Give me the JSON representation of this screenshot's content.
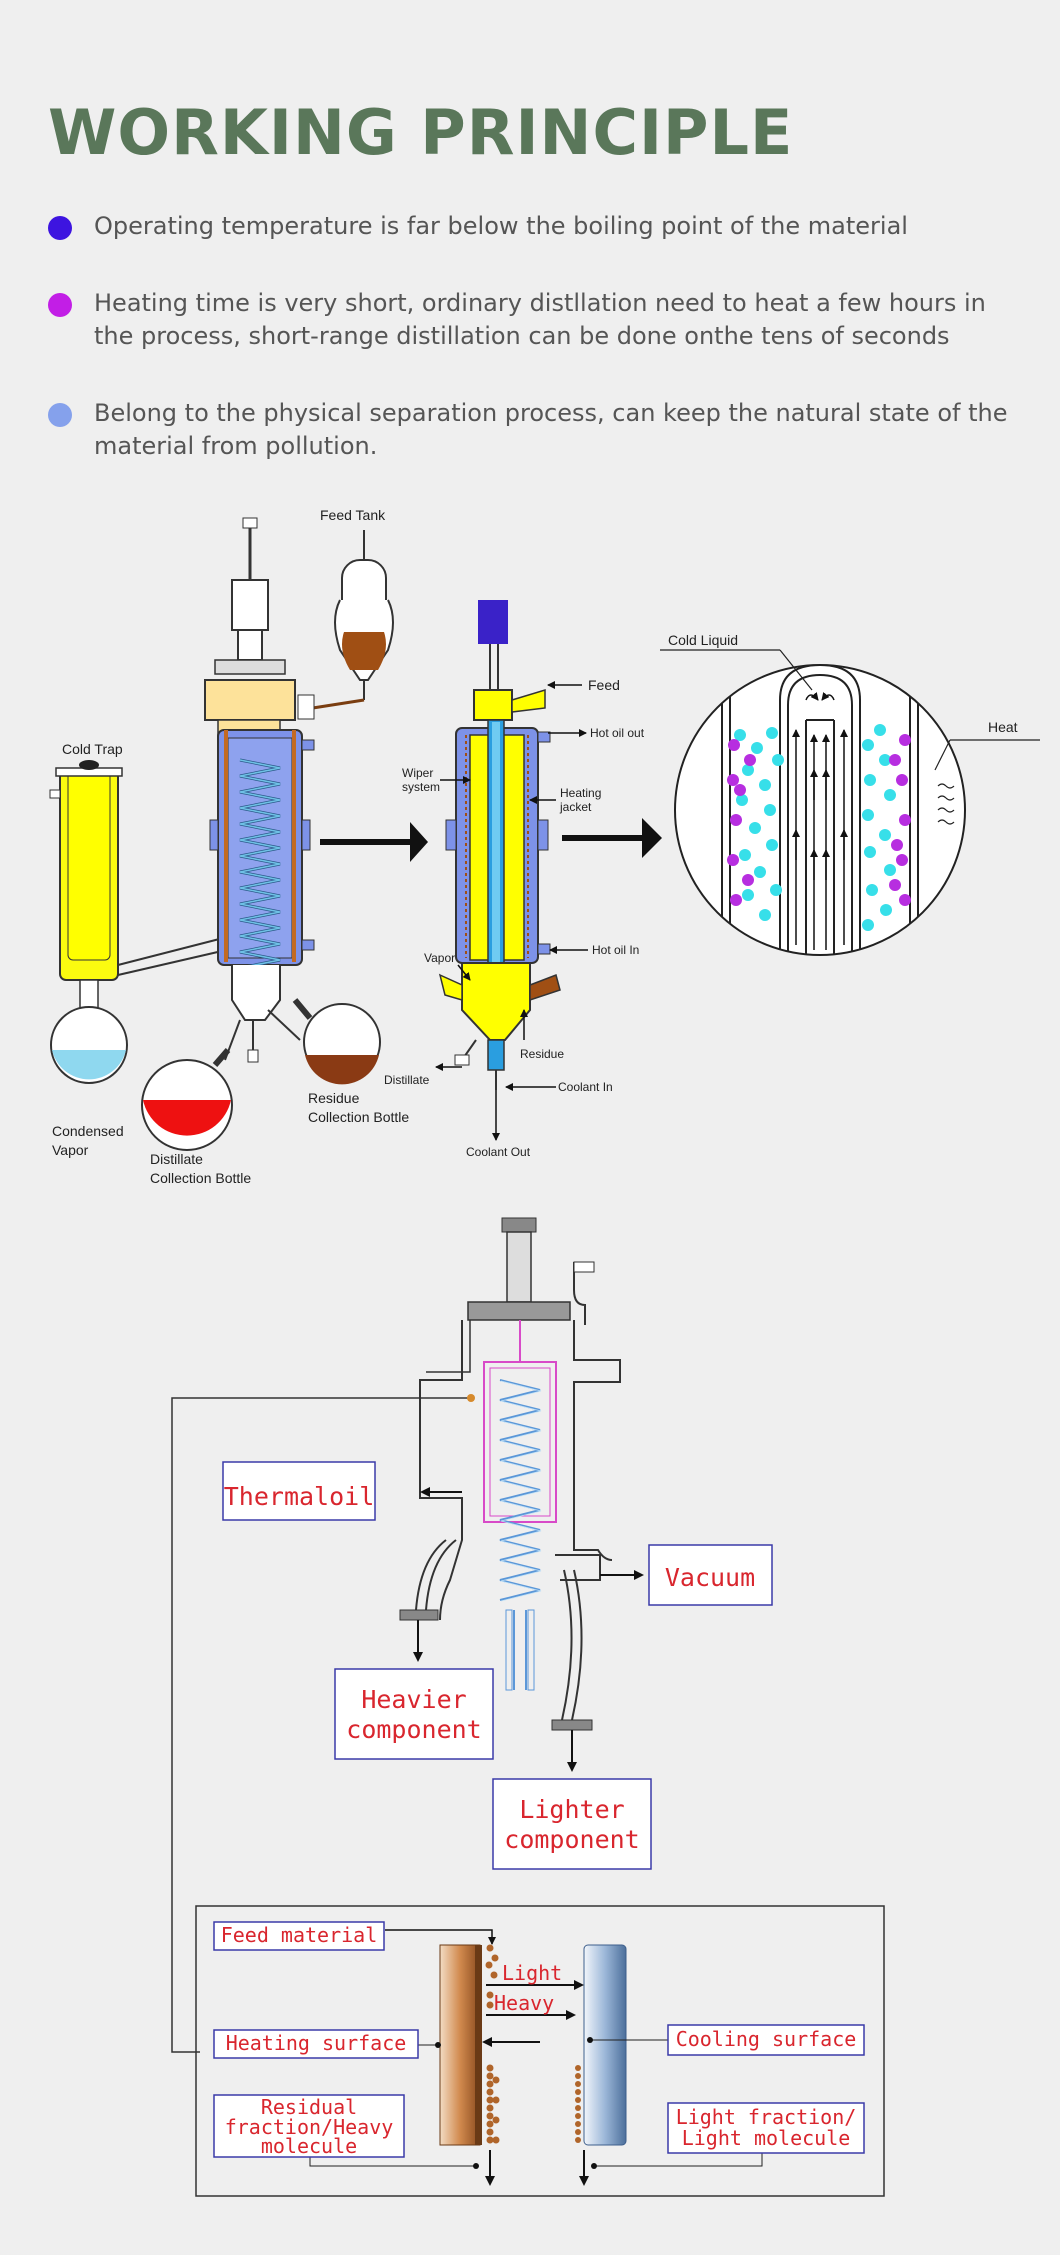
{
  "header": {
    "title": "WORKING PRINCIPLE"
  },
  "bullets": [
    {
      "text": "Operating temperature is far below the boiling point of the material",
      "color": "#3d14e0"
    },
    {
      "text": "Heating time is very short, ordinary distllation need to heat a few hours in the process, short-range distillation can be done onthe tens of seconds",
      "color": "#c21ee6"
    },
    {
      "text": "Belong to the physical separation process, can keep the natural state of the material from pollution.",
      "color": "#85a1ec"
    }
  ],
  "diagram1": {
    "feed_tank": "Feed Tank",
    "cold_trap": "Cold Trap",
    "condensed_1": "Condensed",
    "condensed_2": "Vapor",
    "distillate_bottle_1": "Distillate",
    "distillate_bottle_2": "Collection Bottle",
    "residue_bottle_1": "Residue",
    "residue_bottle_2": "Collection Bottle"
  },
  "diagram2": {
    "feed": "Feed",
    "hot_oil_out": "Hot oil out",
    "wiper_1": "Wiper",
    "wiper_2": "system",
    "heating_1": "Heating",
    "heating_2": "jacket",
    "hot_oil_in": "Hot oil In",
    "vapor": "Vapor",
    "residue": "Residue",
    "distillate": "Distillate",
    "coolant_in": "Coolant In",
    "coolant_out": "Coolant Out"
  },
  "diagram3": {
    "cold_liquid": "Cold Liquid",
    "heat": "Heat"
  },
  "diagram4": {
    "thermaloil": "Thermaloil",
    "vacuum": "Vacuum",
    "heavier_1": "Heavier",
    "heavier_2": "component",
    "lighter_1": "Lighter",
    "lighter_2": "component"
  },
  "diagram5": {
    "feed_material": "Feed material",
    "heating_surface": "Heating surface",
    "residual_1": "Residual",
    "residual_2": "fraction/Heavy",
    "residual_3": "molecule",
    "light": "Light",
    "heavy": "Heavy",
    "cooling_surface": "Cooling surface",
    "light_fraction_1": "Light fraction/",
    "light_fraction_2": "Light molecule"
  }
}
